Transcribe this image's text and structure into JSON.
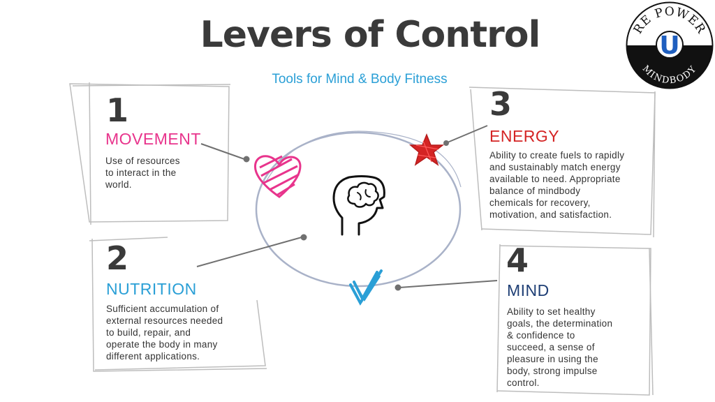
{
  "title": "Levers of Control",
  "subtitle": "Tools for Mind & Body Fitness",
  "logo": {
    "top_text": "RE POWER",
    "center_letter": "U",
    "bottom_text": "MINDBODY"
  },
  "colors": {
    "movement": "#e8348c",
    "nutrition": "#2a9fd6",
    "energy": "#d42424",
    "mind": "#1f3f75",
    "subtitle": "#2a9fd6",
    "title": "#3a3a3a",
    "circle": "#a9b2c8",
    "logo_blue": "#1f5fbf"
  },
  "levers": [
    {
      "number": "1",
      "heading": "MOVEMENT",
      "description": [
        "Use of resources",
        "to interact in the",
        "world."
      ],
      "icon": "heart-icon"
    },
    {
      "number": "2",
      "heading": "NUTRITION",
      "description": [
        "Sufficient accumulation of",
        "external resources needed",
        "to build, repair, and",
        "operate the body in many",
        "different applications."
      ],
      "icon": "brain-head-icon"
    },
    {
      "number": "3",
      "heading": "ENERGY",
      "description": [
        "Ability to create fuels to rapidly",
        "and sustainably match energy",
        "available to need.  Appropriate",
        "balance of mindbody",
        "chemicals for recovery,",
        "motivation, and satisfaction."
      ],
      "icon": "star-icon"
    },
    {
      "number": "4",
      "heading": "MIND",
      "description": [
        "Ability to set healthy",
        "goals, the determination",
        "& confidence to",
        "succeed, a sense of",
        "pleasure in using the",
        "body, strong impulse",
        "control."
      ],
      "icon": "checkmark-icon"
    }
  ]
}
